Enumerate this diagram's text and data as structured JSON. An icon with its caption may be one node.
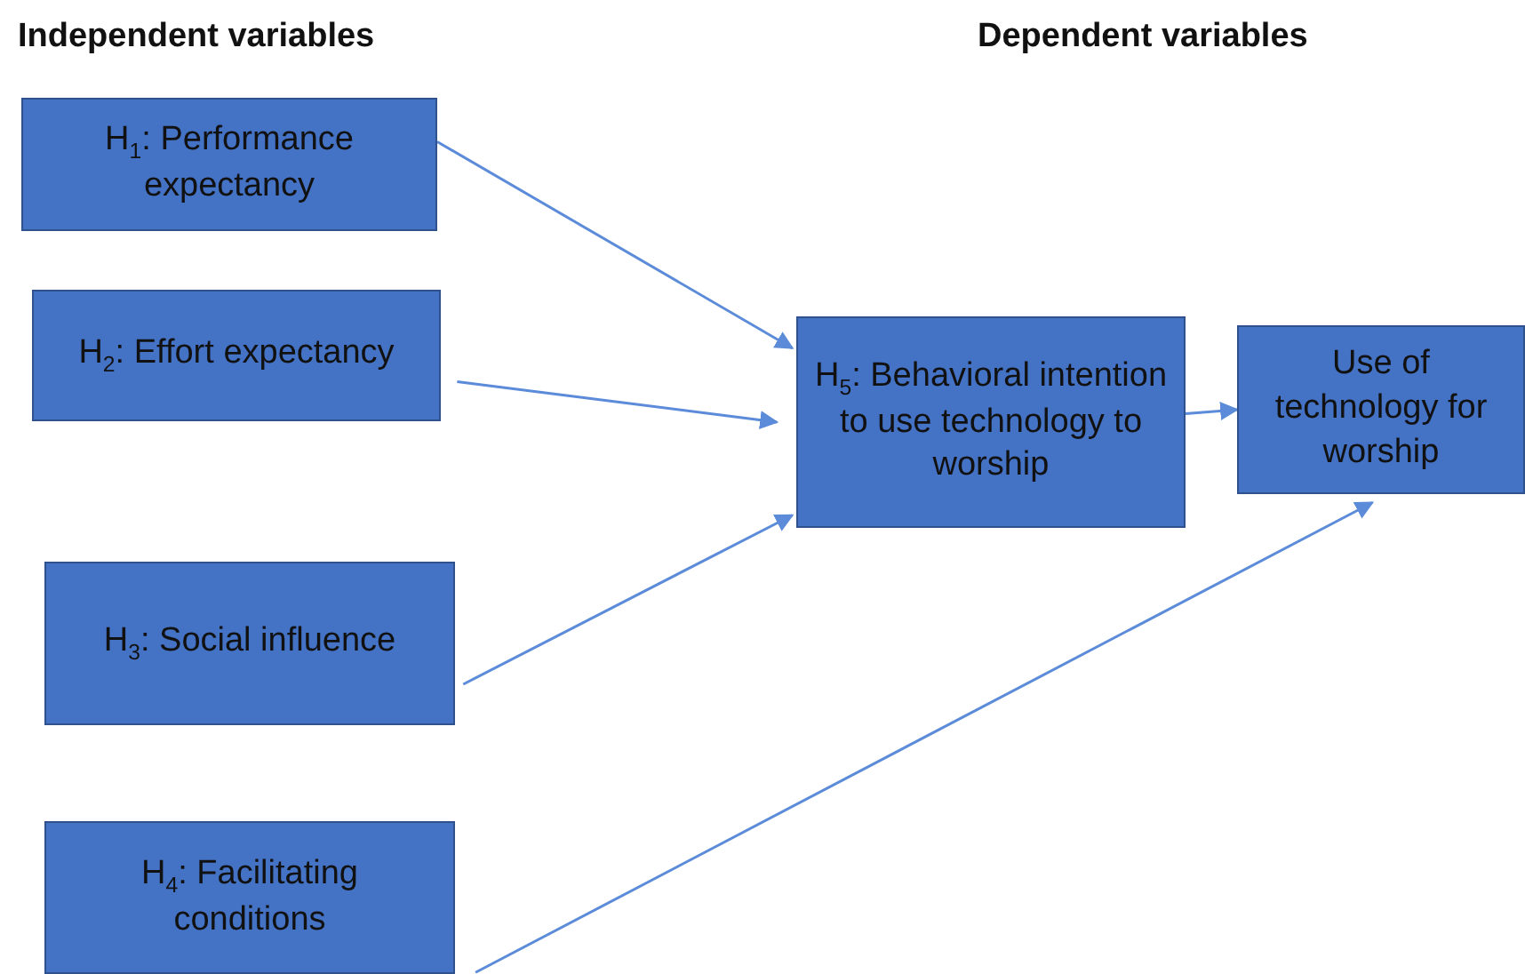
{
  "diagram": {
    "nodes": [
      {
        "text": [
          "H$_{1}$: Performance expectancy"
        ]
      },
      {
        "text": [
          "H$_{2}$: Effort expectancy"
        ]
      },
      {
        "text": [
          "H$_{3}$: Social influence"
        ]
      },
      {
        "text": [
          "H$_{4}$: Facilitating conditions"
        ]
      },
      {
        "text": [
          "H$_{5}$: Behavioral intention to use technology to worship"
        ]
      },
      {
        "text": [
          "Use of technology for worship"
        ]
      }
    ],
    "edges": [
      {
        "from": 0,
        "to": 4,
        "arrow": "to"
      },
      {
        "from": 1,
        "to": 4,
        "arrow": "to"
      },
      {
        "from": 2,
        "to": 4,
        "arrow": "to"
      },
      {
        "from": 4,
        "to": 5,
        "arrow": "to"
      },
      {
        "from": 3,
        "to": 5,
        "arrow": "to"
      }
    ],
    "labels": [
      "Independent variables",
      "Dependent variables"
    ]
  }
}
